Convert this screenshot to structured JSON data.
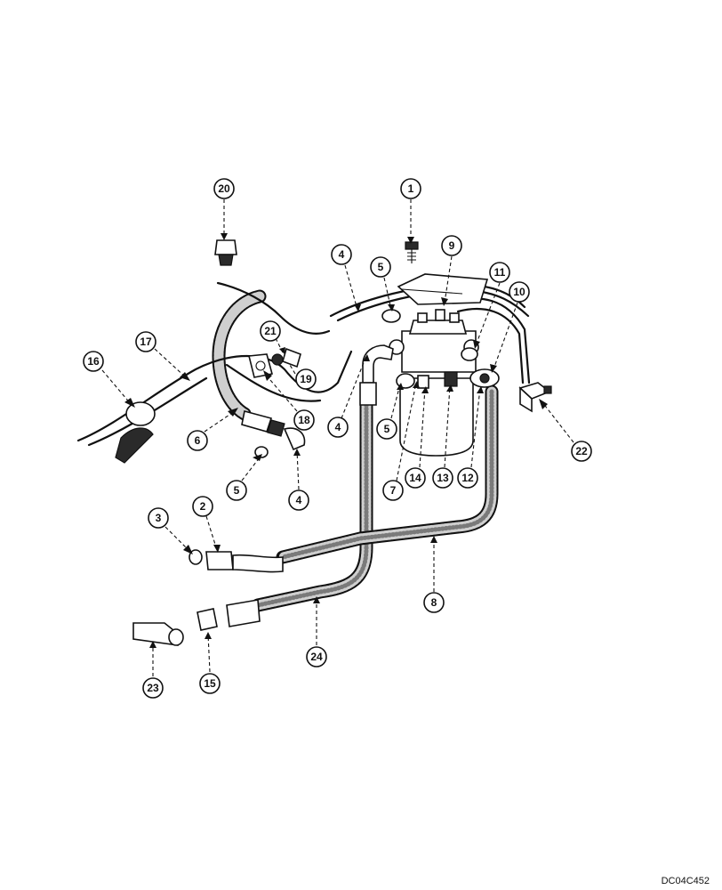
{
  "drawing": {
    "code": "DC04C452",
    "callouts": [
      "1",
      "2",
      "3",
      "4",
      "5",
      "6",
      "7",
      "8",
      "9",
      "10",
      "11",
      "12",
      "13",
      "14",
      "15",
      "16",
      "17",
      "18",
      "19",
      "20",
      "21",
      "22",
      "23",
      "24"
    ]
  }
}
